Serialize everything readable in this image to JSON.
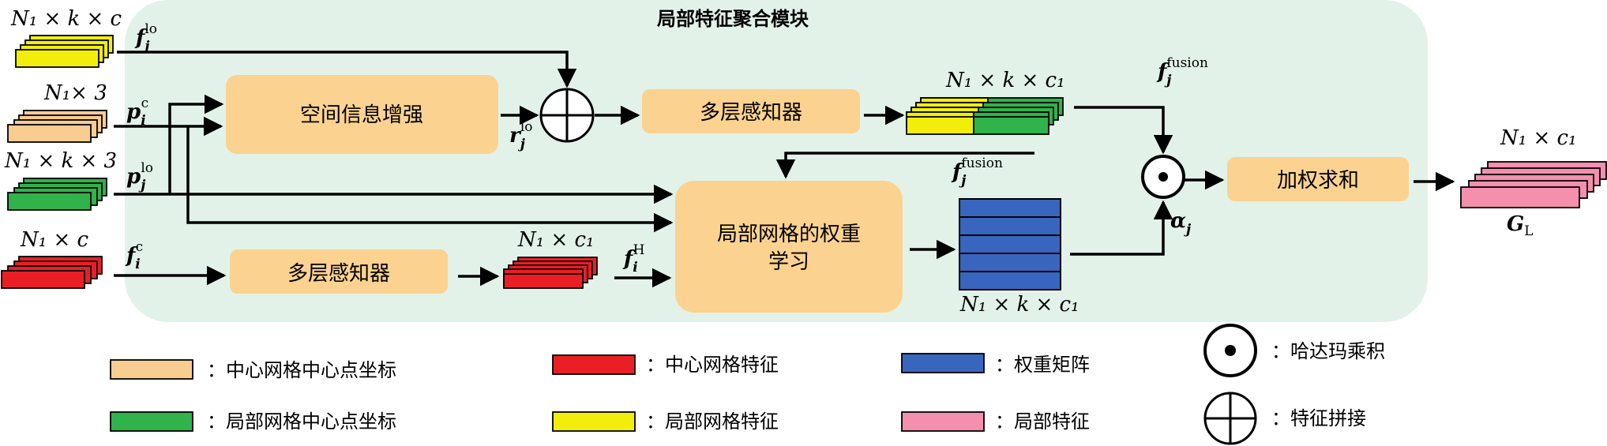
{
  "title": "局部特征聚合模块",
  "colors": {
    "module_bg": "#e2f2e8",
    "process_box": "#fbd28f",
    "center_coord": "#f9cc91",
    "local_coord": "#2fb34a",
    "center_feature": "#ea1f25",
    "local_feature_yellow": "#f3ed0c",
    "weight_matrix": "#3866be",
    "local_feature_pink": "#f48fae"
  },
  "inputs": {
    "local_features_dim": "N₁ × k × c",
    "local_features_label": "f",
    "local_features_sub": "j",
    "local_features_sup": "lo",
    "center_coords_dim": "N₁× 3",
    "center_coords_label": "p",
    "center_coords_sub": "i",
    "center_coords_sup": "c",
    "local_coords_dim": "N₁ × k × 3",
    "local_coords_label": "p",
    "local_coords_sub": "j",
    "local_coords_sup": "lo",
    "center_features_dim": "N₁ × c",
    "center_features_label": "f",
    "center_features_sub": "i",
    "center_features_sup": "c"
  },
  "blocks": {
    "spatial_enhance": "空间信息增强",
    "mlp_top": "多层感知器",
    "mlp_bottom": "多层感知器",
    "weight_learning_line1": "局部网格的权重",
    "weight_learning_line2": "学习",
    "weighted_sum": "加权求和"
  },
  "intermediates": {
    "r_label": "r",
    "r_sub": "j",
    "r_sup": "lo",
    "fusion_dim": "N₁ × k × c₁",
    "fusion_top_label": "f",
    "fusion_top_sub": "j",
    "fusion_top_sup": "fusion",
    "fusion_mid_label": "f",
    "fusion_mid_sub": "j",
    "fusion_mid_sup": "fusion",
    "fh_dim": "N₁ × c₁",
    "fh_label": "f",
    "fh_sub": "i",
    "fh_sup": "H",
    "weight_dim": "N₁ × k × c₁",
    "alpha_label": "α",
    "alpha_sub": "j"
  },
  "output": {
    "dim": "N₁ × c₁",
    "label": "G",
    "sub": "L"
  },
  "legend": {
    "center_coord": "：中心网格中心点坐标",
    "local_coord": "：局部网格中心点坐标",
    "center_feature": "：中心网格特征",
    "local_feature_yellow": "：局部网格特征",
    "weight_matrix": "：权重矩阵",
    "local_feature_pink": "：局部特征",
    "hadamard": "：哈达玛乘积",
    "concat": "：特征拼接"
  }
}
